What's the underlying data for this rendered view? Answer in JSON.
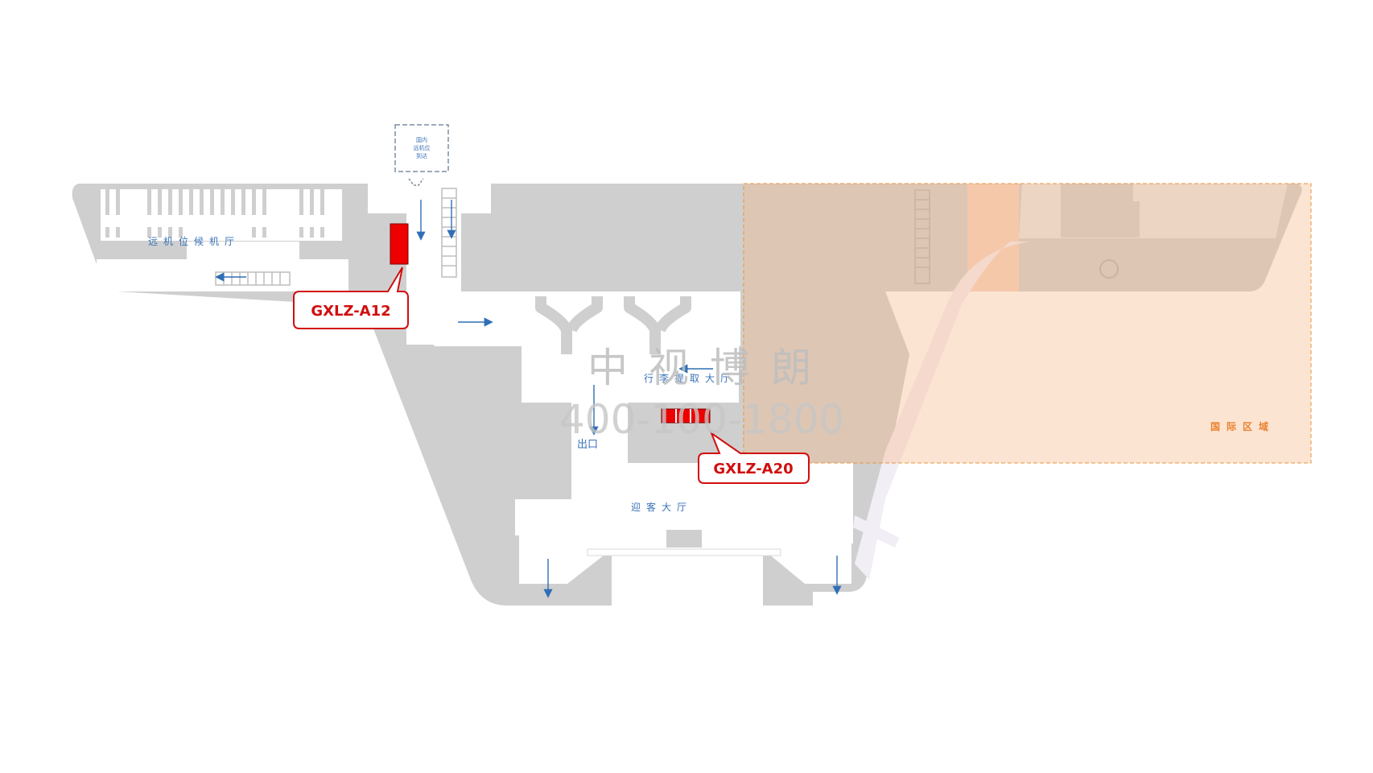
{
  "map": {
    "labels": {
      "remote_gate_lounge": "远机位候机厅",
      "baggage_claim_hall": "行李提取大厅",
      "exit": "出口",
      "arrivals_hall": "迎客大厅",
      "international_area": "国际区域",
      "domestic_remote_stand": [
        "国内",
        "远机位",
        "到达"
      ]
    },
    "ad_spots": [
      {
        "id": "GXLZ-A12"
      },
      {
        "id": "GXLZ-A20"
      }
    ],
    "watermark": {
      "brand": "中视博朗",
      "phone": "400-100-1800"
    },
    "colors": {
      "building": "#cfcfcf",
      "corridor": "#ffffff",
      "international_overlay": "#f7b98a",
      "international_border": "#e8963f",
      "ad_spot": "#ee0000",
      "callout_border": "#d10e0e",
      "arrow": "#2f6fb5",
      "label": "#3b73b9"
    }
  }
}
